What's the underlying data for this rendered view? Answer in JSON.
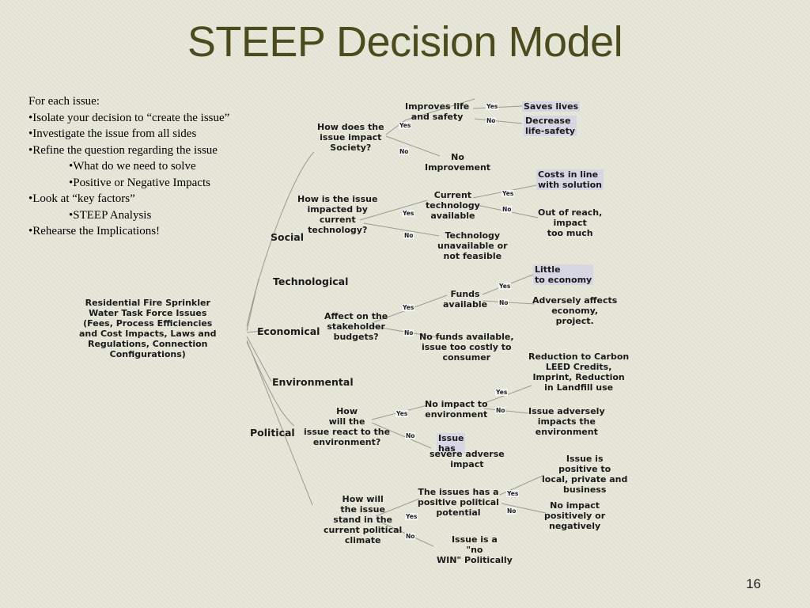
{
  "slide": {
    "title": "STEEP Decision Model",
    "page_number": "16",
    "left_text": {
      "line1": "For each issue:",
      "line2": "•Isolate your decision to “create the issue”",
      "line3": "•Investigate the issue from all sides",
      "line4": "•Refine the question regarding the issue",
      "line5": "•What do we need to solve",
      "line6": "•Positive or Negative Impacts",
      "line7": "•Look at “key factors”",
      "line8": "•STEEP Analysis",
      "line9": "•Rehearse the Implications!"
    }
  },
  "diagram": {
    "root": "Residential Fire Sprinkler\nWater Task Force Issues\n(Fees, Process Efficiencies\nand Cost Impacts, Laws and\nRegulations, Connection\nConfigurations)",
    "categories": {
      "social": "Social",
      "technological": "Technological",
      "economical": "Economical",
      "environmental": "Environmental",
      "political": "Political"
    },
    "yes": "Yes",
    "no": "No",
    "social": {
      "question": "How does the\nissue impact\nSociety?",
      "improves": "Improves life\nand safety",
      "saves": "Saves lives",
      "decrease": "Decrease\nlife-safety",
      "no_improvement": "No\nImprovement"
    },
    "technological": {
      "question": "How is the issue\nimpacted by\ncurrent\ntechnology?",
      "available": "Current\ntechnology\navailable",
      "costs": "Costs in line\nwith solution",
      "out_of_reach": "Out of reach,\nimpact\ntoo much",
      "unavailable": "Technology\nunavailable or\nnot feasible"
    },
    "economical": {
      "question": "Affect  on the\nstakeholder\nbudgets?",
      "funds": "Funds\navailable",
      "little": "Little\nto economy",
      "adversely": "Adversely affects\neconomy,\nproject.",
      "no_funds": "No funds available,\nissue too costly to\nconsumer"
    },
    "environmental": {
      "question": "How\nwill the\nissue react to the\nenvironment?",
      "no_impact": "No impact to\nenvironment",
      "reduction": "Reduction to Carbon\nLEED  Credits,\nImprint, Reduction\nin Landfill use",
      "adverse_env": "Issue adversely\nimpacts the\nenvironment",
      "issue_has": "Issue\nhas",
      "severe": "severe adverse\nimpact"
    },
    "political": {
      "question": "How will\nthe issue\nstand in the\ncurrent political\nclimate",
      "positive": "The issues has a\npositive political\npotential",
      "positive_to": "Issue is\npositive to\nlocal, private and\nbusiness",
      "no_impact": "No impact\npositively or\nnegatively",
      "issue_is_a": "Issue is a\n\"no\nWIN\" Politically"
    }
  },
  "colors": {
    "background": "#e6e6d8",
    "title": "#4b4b1e",
    "label_box": "#d7d7e3",
    "connector": "#9a9a90"
  }
}
